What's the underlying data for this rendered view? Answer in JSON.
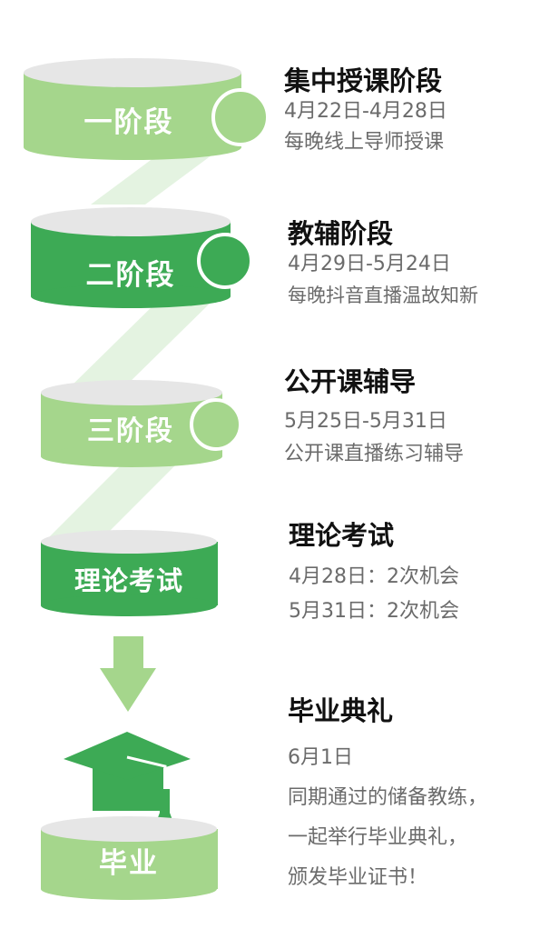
{
  "colors": {
    "light_green": "#a5d68c",
    "dark_green": "#3daa55",
    "cylinder_top": "#e6e6e6",
    "connector": "#e4f3e1",
    "title_text": "#111111",
    "body_text": "#6b6b6b"
  },
  "stages": [
    {
      "label": "一阶段",
      "title": "集中授课阶段",
      "lines": [
        "4月22日-4月28日",
        "每晚线上导师授课"
      ]
    },
    {
      "label": "二阶段",
      "title": "教辅阶段",
      "lines": [
        "4月29日-5月24日",
        "每晚抖音直播温故知新"
      ]
    },
    {
      "label": "三阶段",
      "title": "公开课辅导",
      "lines": [
        "5月25日-5月31日",
        "公开课直播练习辅导"
      ]
    },
    {
      "label": "理论考试",
      "title": "理论考试",
      "lines": [
        "4月28日：2次机会",
        "5月31日：2次机会"
      ]
    }
  ],
  "graduation": {
    "label": "毕业",
    "title": "毕业典礼",
    "lines": [
      "6月1日",
      "同期通过的储备教练，",
      "一起举行毕业典礼，",
      "颁发毕业证书！"
    ],
    "arrow_icon": "down-arrow-icon",
    "cap_icon": "graduation-cap-icon"
  }
}
